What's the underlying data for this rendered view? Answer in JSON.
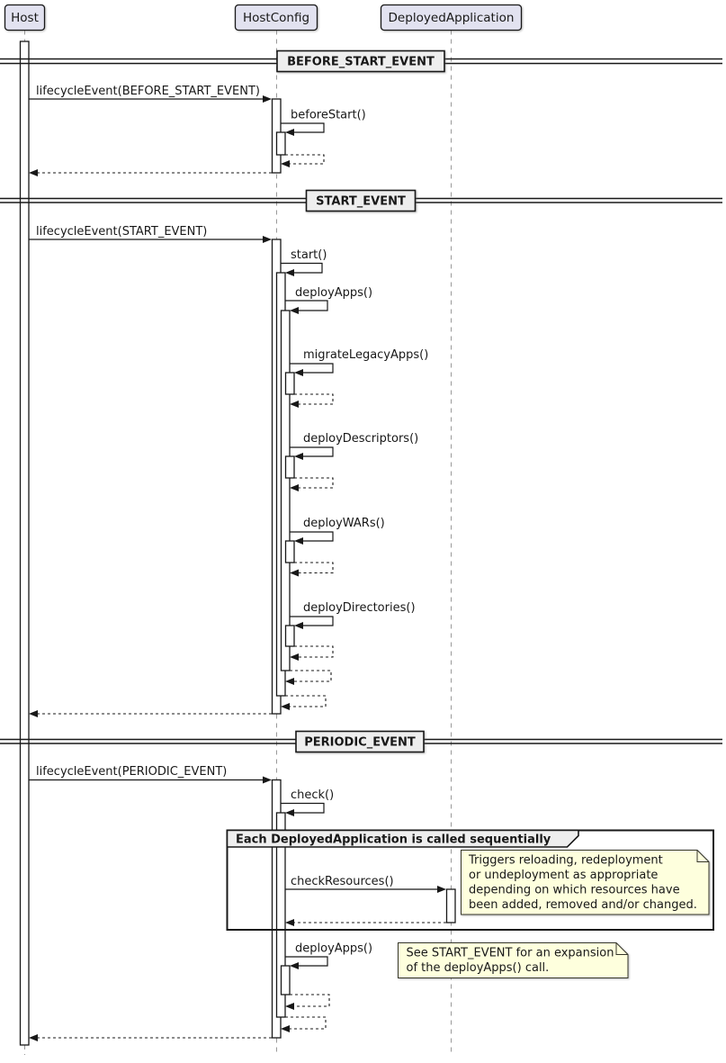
{
  "participants": [
    {
      "label": "Host"
    },
    {
      "label": "HostConfig"
    },
    {
      "label": "DeployedApplication"
    }
  ],
  "dividers": [
    {
      "label": "BEFORE_START_EVENT"
    },
    {
      "label": "START_EVENT"
    },
    {
      "label": "PERIODIC_EVENT"
    }
  ],
  "messages": {
    "lifecycle_before": "lifecycleEvent(BEFORE_START_EVENT)",
    "before_start": "beforeStart()",
    "lifecycle_start": "lifecycleEvent(START_EVENT)",
    "start": "start()",
    "deploy_apps": "deployApps()",
    "migrate_legacy_apps": "migrateLegacyApps()",
    "deploy_descriptors": "deployDescriptors()",
    "deploy_wars": "deployWARs()",
    "deploy_directories": "deployDirectories()",
    "lifecycle_periodic": "lifecycleEvent(PERIODIC_EVENT)",
    "check": "check()",
    "check_resources": "checkResources()",
    "deploy_apps_periodic": "deployApps()"
  },
  "group": {
    "title": "Each DeployedApplication is called sequentially"
  },
  "notes": [
    {
      "lines": [
        "Triggers reloading, redeployment",
        "or undeployment as appropriate",
        "depending on which resources have",
        "been added, removed and/or changed."
      ]
    },
    {
      "lines": [
        "See START_EVENT for an expansion",
        "of the deployApps() call."
      ]
    }
  ],
  "colors": {
    "participant_fill": "#E2E2F0",
    "participant_border": "#181818",
    "divider_fill": "#EEEEEE",
    "note_fill": "#FEFFDD",
    "line": "#181818",
    "lifeline": "#999999",
    "activation_fill": "#FFFFFF"
  }
}
